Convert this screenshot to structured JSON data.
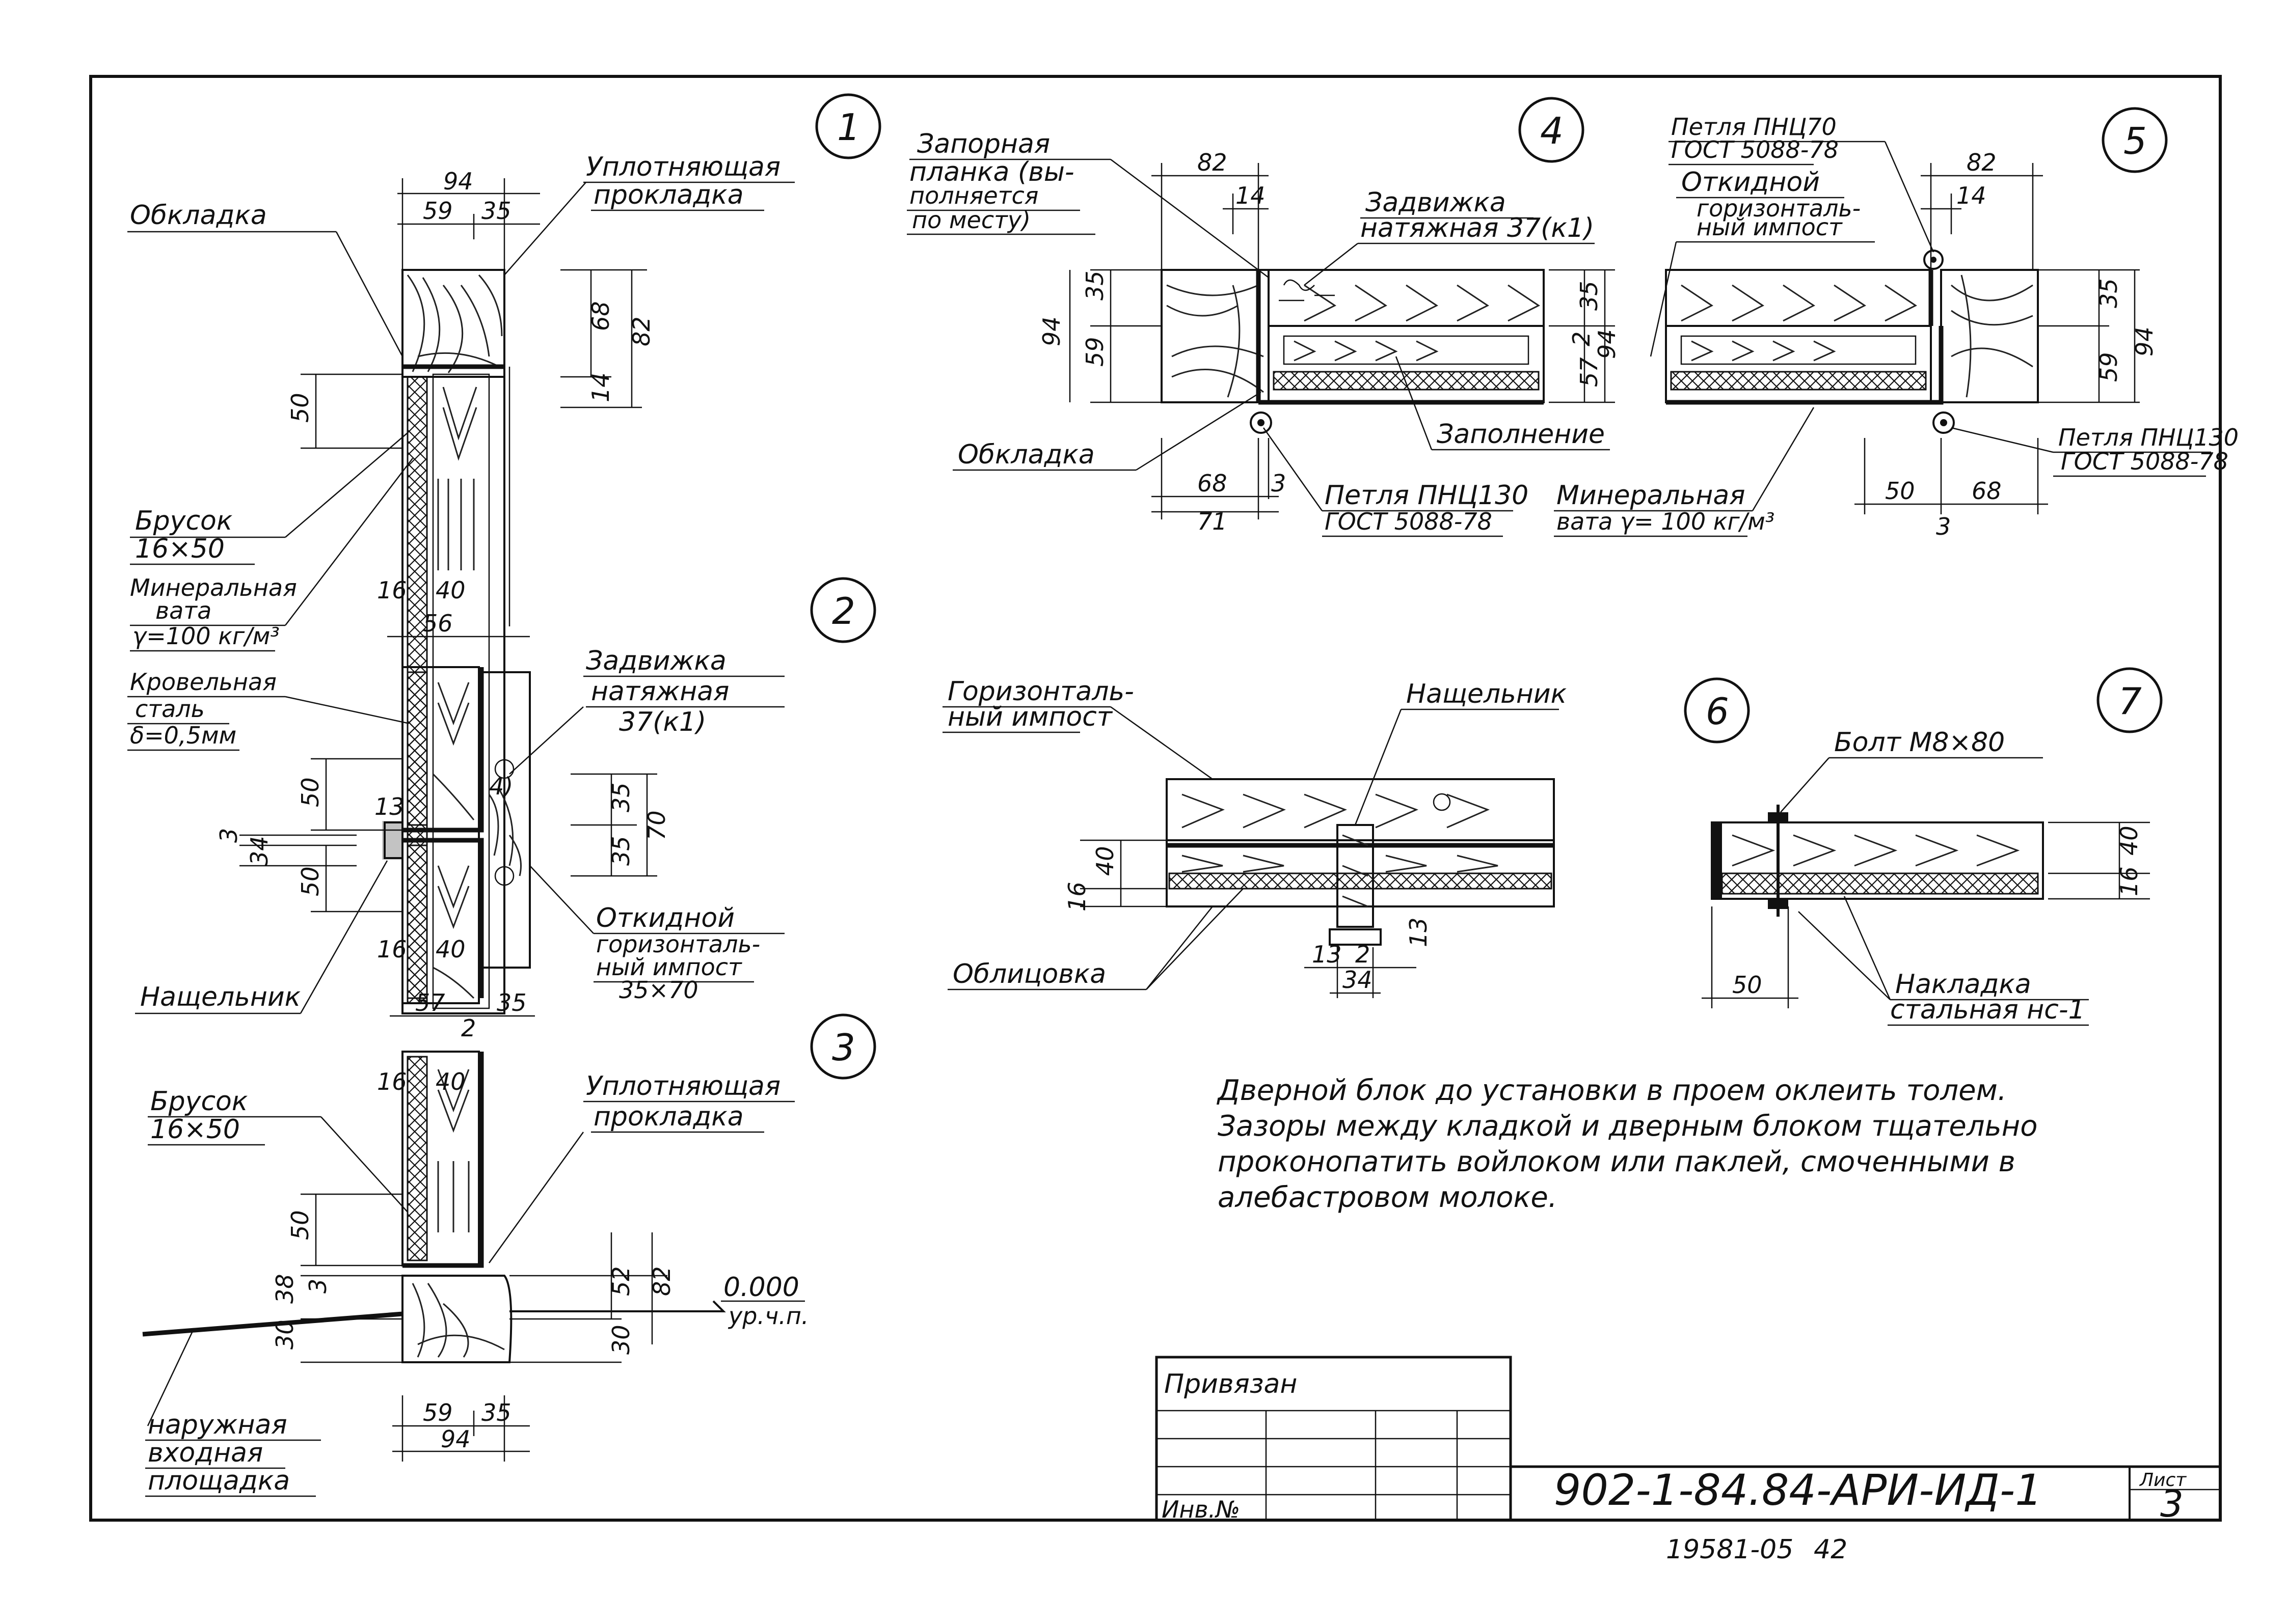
{
  "details": {
    "d1": "1",
    "d2": "2",
    "d3": "3",
    "d4": "4",
    "d5": "5",
    "d6": "6",
    "d7": "7"
  },
  "labels": {
    "obkladka": "Обкладка",
    "uplot_1a": "Уплотняющая",
    "uplot_1b": "прокладка",
    "brusok_1a": "Брусок",
    "brusok_1b": "16×50",
    "minvata_a": "Минеральная",
    "minvata_b": "вата",
    "minvata_c": "γ=100 кг/м³",
    "krov_a": "Кровельная",
    "krov_b": "сталь",
    "krov_c": "δ=0,5мм",
    "zadv_2a": "Задвижка",
    "zadv_2b": "натяжная",
    "zadv_2c": "37(к1)",
    "otkid_2a": "Откидной",
    "otkid_2b": "горизонталь-",
    "otkid_2c": "ный импост",
    "otkid_2d": "35×70",
    "nashch_2": "Нащельник",
    "brusok_3a": "Брусок",
    "brusok_3b": "16×50",
    "uplot_3a": "Уплотняющая",
    "uplot_3b": "прокладка",
    "level": "0.000",
    "level_sub": "ур.ч.п.",
    "vkhod_a": "наружная",
    "vkhod_b": "входная",
    "vkhod_c": "площадка",
    "zapor_a": "Запорная",
    "zapor_b": "планка (вы-",
    "zapor_c": "полняется",
    "zapor_d": "по месту)",
    "zadv_4a": "Задвижка",
    "zadv_4b": "натяжная 37(к1)",
    "obkladka_4": "Обкладка",
    "zapoln": "Заполнение",
    "petlya_4a": "Петля ПНЦ130",
    "petlya_4b": "ГОСТ 5088-78",
    "minvata_4a": "Минеральная",
    "minvata_4b": "вата γ= 100 кг/м³",
    "petlya_5a": "Петля ПНЦ70",
    "petlya_5b": "ГОСТ 5088-78",
    "otkid_5a": "Откидной",
    "otkid_5b": "горизонталь-",
    "otkid_5c": "ный импост",
    "petlya_5c": "Петля ПНЦ130",
    "petlya_5d": "ГОСТ 5088-78",
    "gor_6a": "Горизонталь-",
    "gor_6b": "ный импост",
    "nashch_6": "Нащельник",
    "oblits": "Облицовка",
    "bolt": "Болт М8×80",
    "naklad_a": "Накладка",
    "naklad_b": "стальная нс-1"
  },
  "dimensions": {
    "d1_94": "94",
    "d1_59": "59",
    "d1_35": "35",
    "d1_68": "68",
    "d1_82": "82",
    "d1_14": "14",
    "d1_50": "50",
    "d1_16": "16",
    "d1_40": "40",
    "d1_56": "56",
    "d2_50a": "50",
    "d2_13": "13",
    "d2_3": "3",
    "d2_34": "34",
    "d2_50b": "50",
    "d2_35a": "35",
    "d2_35b": "35",
    "d2_70": "70",
    "d2_16": "16",
    "d2_40": "40",
    "d2_57": "57",
    "d2_35c": "35",
    "d2_2": "2",
    "d3_16": "16",
    "d3_40": "40",
    "d3_50": "50",
    "d3_38": "38",
    "d3_3": "3",
    "d3_30a": "30",
    "d3_52": "52",
    "d3_82": "82",
    "d3_30b": "30",
    "d3_59": "59",
    "d3_35": "35",
    "d3_94": "94",
    "d4_82": "82",
    "d4_14": "14",
    "d4_94": "94",
    "d4_35": "35",
    "d4_59": "59",
    "d4_35b": "35",
    "d4_94b": "94",
    "d4_57": "57",
    "d4_2": "2",
    "d4_68": "68",
    "d4_3": "3",
    "d4_71": "71",
    "d5_82": "82",
    "d5_14": "14",
    "d5_35": "35",
    "d5_94": "94",
    "d5_59": "59",
    "d5_50": "50",
    "d5_68": "68",
    "d5_3": "3",
    "d6_40": "40",
    "d6_16": "16",
    "d6_13a": "13",
    "d6_2": "2",
    "d6_34": "34",
    "d6_13b": "13",
    "d7_40": "40",
    "d7_16": "16",
    "d7_50": "50"
  },
  "note": {
    "line1": "Дверной блок до установки в проем оклеить толем.",
    "line2": "Зазоры между кладкой и дверным блоком тщательно",
    "line3": "проконопатить войлоком или паклей, смоченными в",
    "line4": "алебастровом молоке."
  },
  "stamp": {
    "privyazan": "Привязан",
    "inv": "Инв.№",
    "code": "902-1-84.84-АРИ-ИД-1",
    "list_label": "Лист",
    "list_num": "3"
  },
  "footer": {
    "archive": "19581-05",
    "page": "42"
  }
}
